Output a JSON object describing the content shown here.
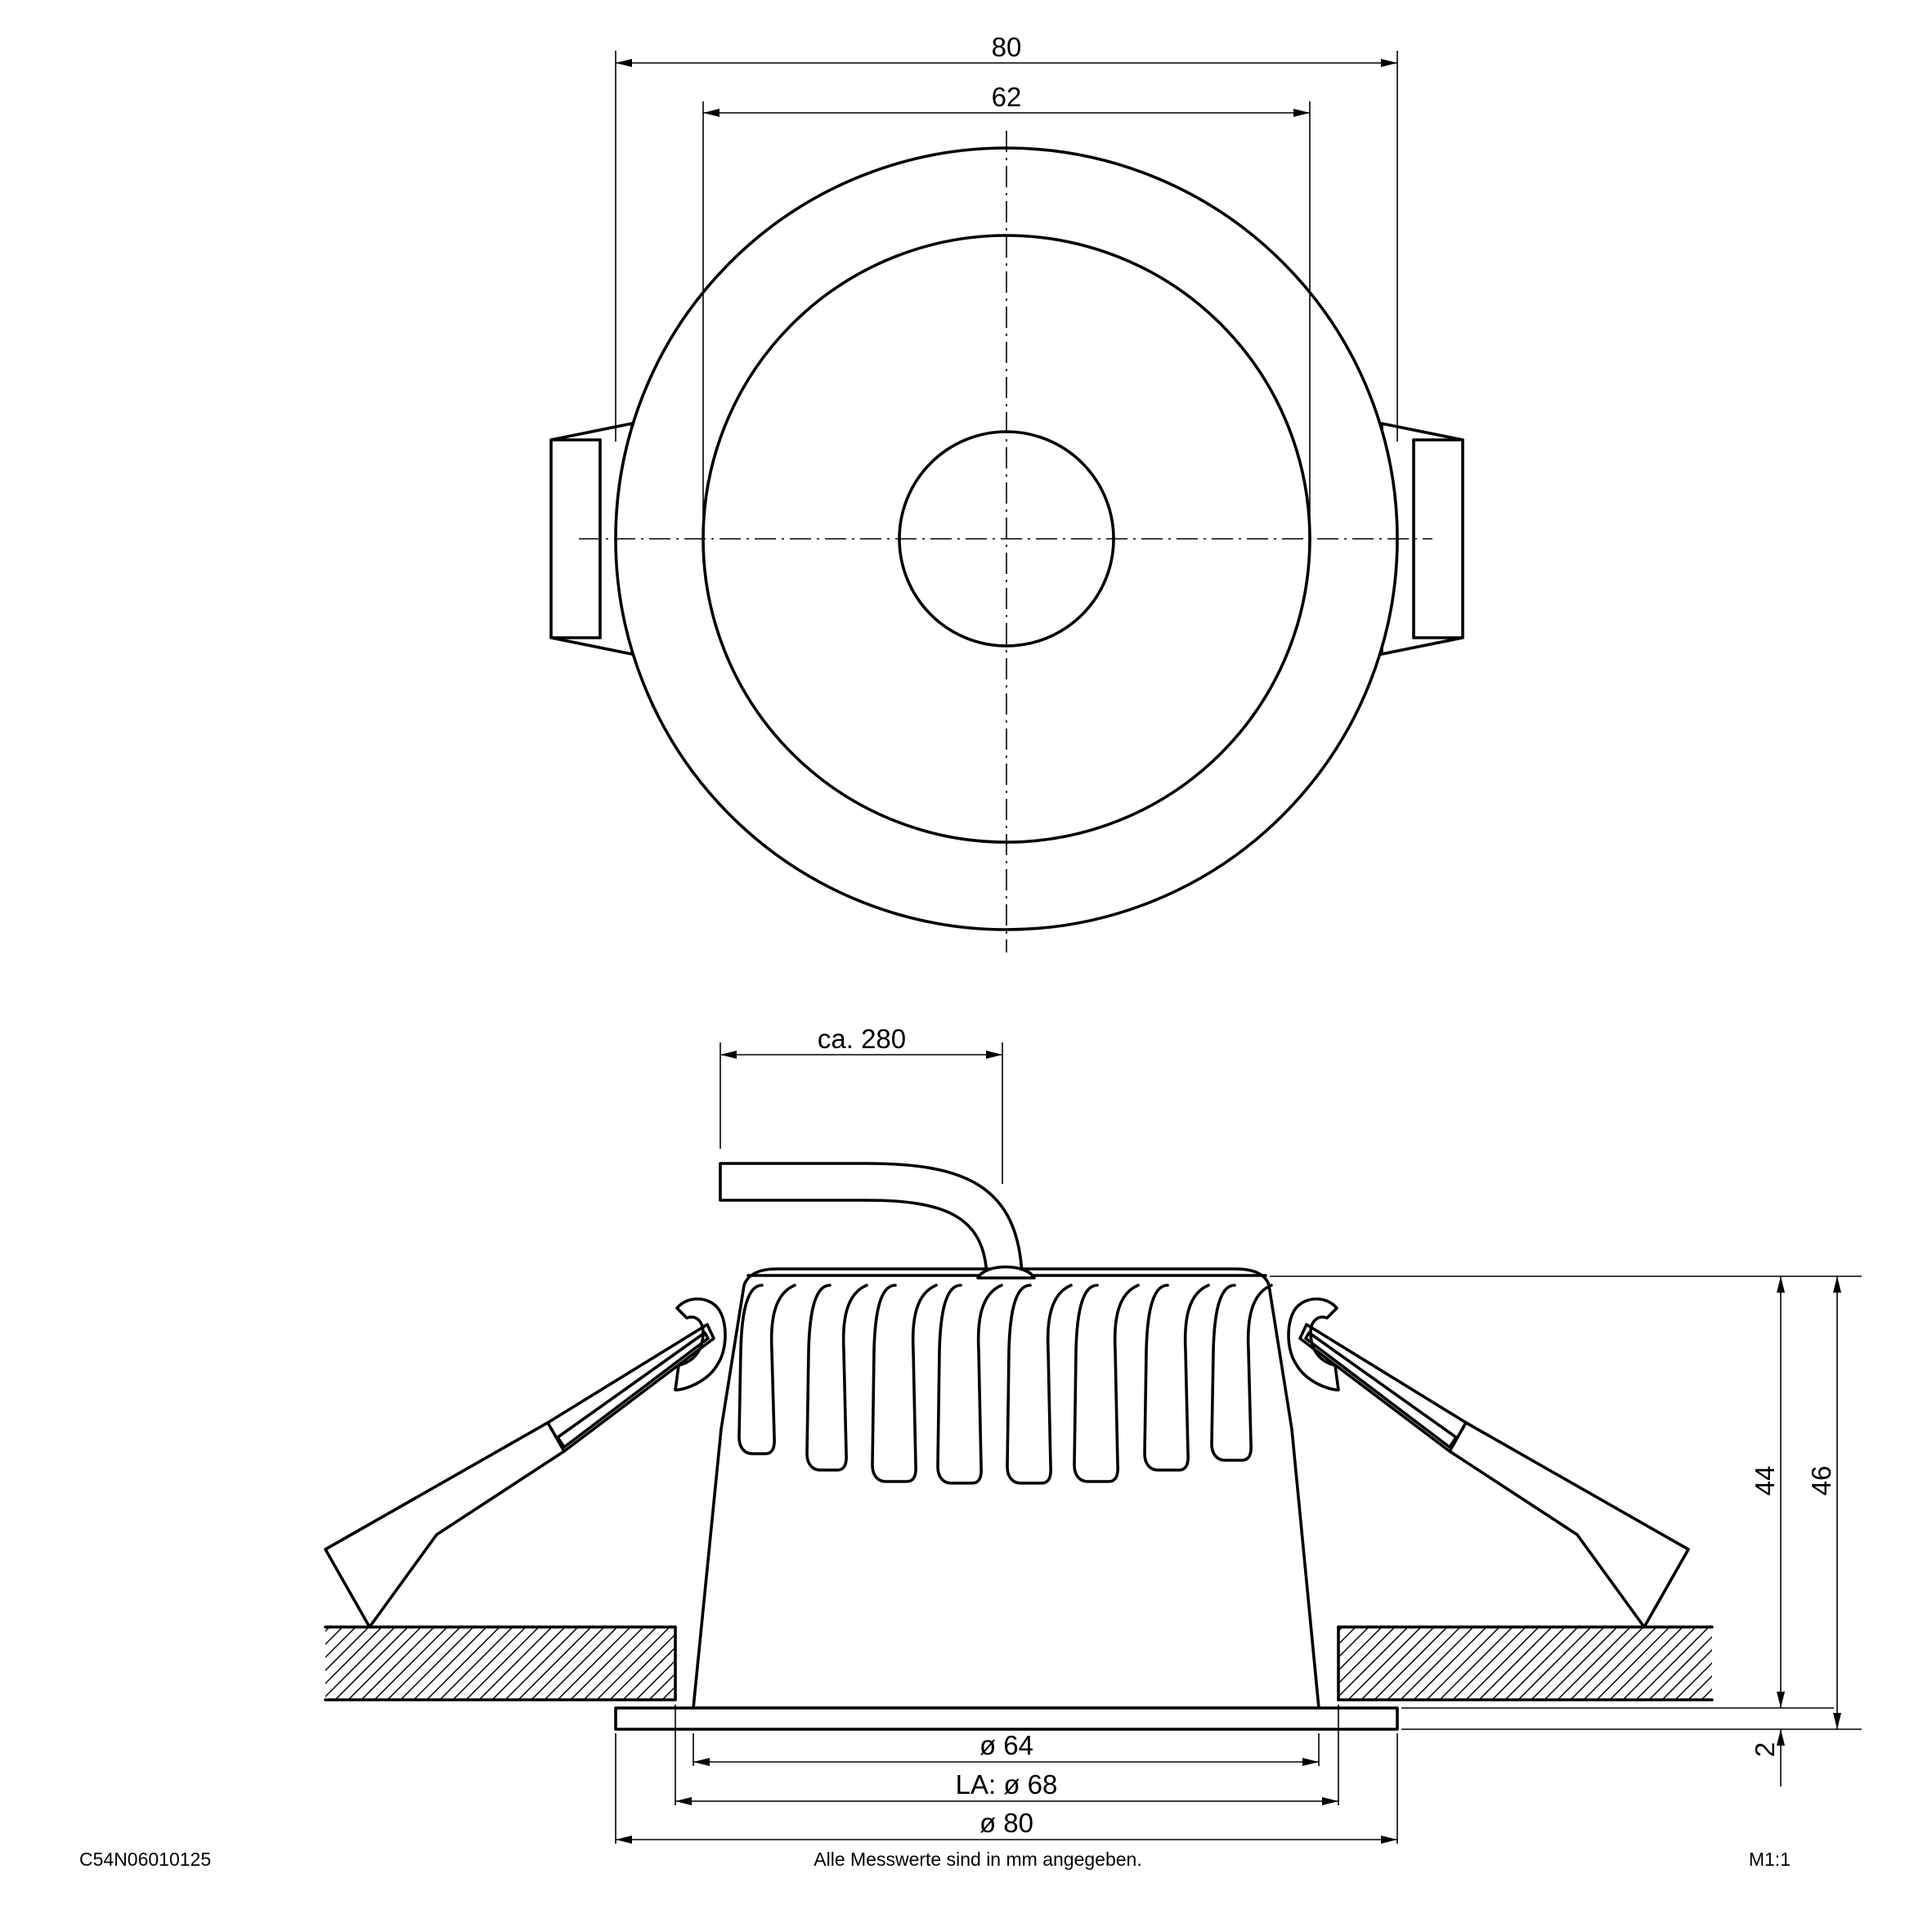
{
  "dimensions": {
    "top_outer_width": "80",
    "top_inner_width": "62",
    "cable_length": "ca. 280",
    "height_44": "44",
    "height_46": "46",
    "flange_thickness": "2",
    "dia_64": "ø 64",
    "cutout_dia": "LA: ø 68",
    "dia_80": "ø 80"
  },
  "footer": {
    "part_number": "C54N06010125",
    "note": "Alle Messwerte sind in mm angegeben.",
    "scale": "M1:1"
  }
}
